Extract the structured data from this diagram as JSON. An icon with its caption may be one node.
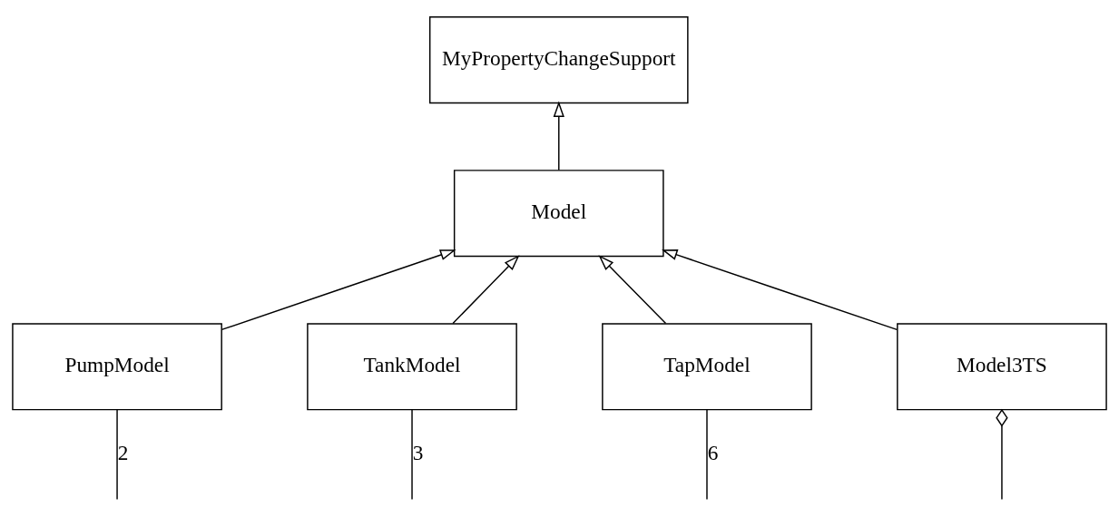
{
  "diagram": {
    "nodes": [
      {
        "text": [
          "MyPropertyChangeSupport"
        ]
      },
      {
        "text": [
          "Model"
        ]
      },
      {
        "text": [
          "PumpModel"
        ]
      },
      {
        "text": [
          "TankModel"
        ]
      },
      {
        "text": [
          "TapModel"
        ]
      },
      {
        "text": [
          "Model3TS"
        ]
      }
    ],
    "edges": [
      {
        "from": 1,
        "to": 0,
        "arrow": "to"
      },
      {
        "from": 2,
        "to": 1,
        "arrow": "to"
      },
      {
        "from": 3,
        "to": 1,
        "arrow": "to"
      },
      {
        "from": 4,
        "to": 1,
        "arrow": "to"
      },
      {
        "from": 5,
        "to": 1,
        "arrow": "to"
      },
      {
        "from": 2,
        "to": null,
        "arrow": "none",
        "label": "2"
      },
      {
        "from": 3,
        "to": null,
        "arrow": "none",
        "label": "3"
      },
      {
        "from": 4,
        "to": null,
        "arrow": "none",
        "label": "6"
      },
      {
        "from": 5,
        "to": null,
        "arrow": "other"
      }
    ]
  }
}
